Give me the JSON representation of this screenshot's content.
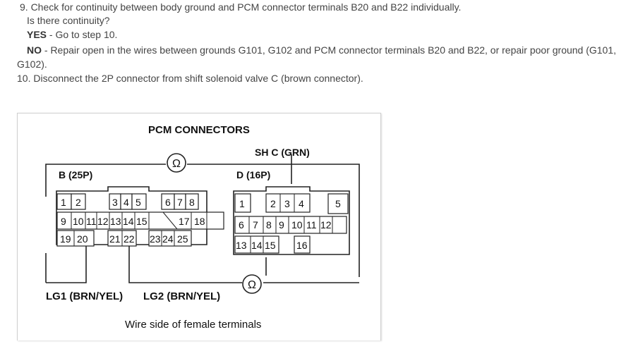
{
  "steps": {
    "step9": "9. Check for continuity between body ground and PCM connector terminals B20 and B22 individually.",
    "question": "Is there continuity?",
    "yes_label": "YES",
    "yes_text": " - Go to step 10.",
    "no_label": "NO",
    "no_text_line1": " - Repair open in the wires between grounds G101, G102 and PCM connector terminals B20 and B22, or repair poor ground (G101,",
    "no_text_line2": "G102).",
    "step10": "10. Disconnect the 2P connector from shift solenoid valve C (brown connector)."
  },
  "diagram": {
    "title": "PCM CONNECTORS",
    "shc_label": "SH C (GRN)",
    "b_label": "B (25P)",
    "d_label": "D (16P)",
    "ohm_symbol": "Ω",
    "lg1_label": "LG1 (BRN/YEL)",
    "lg2_label": "LG2 (BRN/YEL)",
    "caption": "Wire side of female terminals",
    "b_row1": [
      "1",
      "2",
      "3",
      "4",
      "5",
      "6",
      "7",
      "8"
    ],
    "b_row2": [
      "9",
      "10",
      "11",
      "12",
      "13",
      "14",
      "15",
      "17",
      "18"
    ],
    "b_row3": [
      "19",
      "20",
      "21",
      "22",
      "23",
      "24",
      "25"
    ],
    "d_row1": [
      "1",
      "2",
      "3",
      "4",
      "5"
    ],
    "d_row2": [
      "6",
      "7",
      "8",
      "9",
      "10",
      "11",
      "12"
    ],
    "d_row3": [
      "13",
      "14",
      "15",
      "16"
    ]
  }
}
